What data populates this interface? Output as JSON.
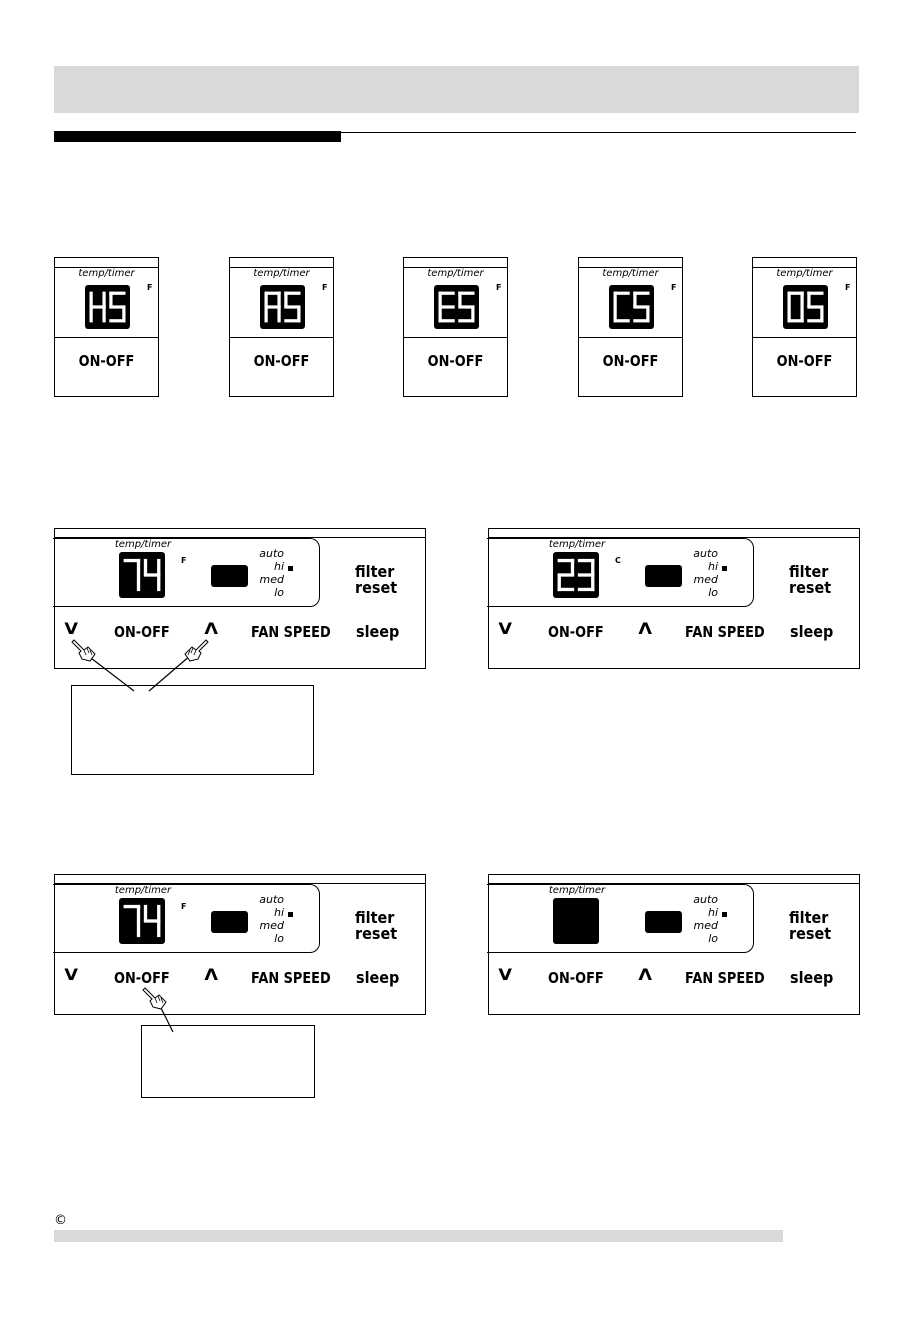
{
  "panels_small": [
    {
      "label_top": "temp/timer",
      "code": "HS",
      "unit": "F",
      "button": "ON-OFF"
    },
    {
      "label_top": "temp/timer",
      "code": "AS",
      "unit": "F",
      "button": "ON-OFF"
    },
    {
      "label_top": "temp/timer",
      "code": "ES",
      "unit": "F",
      "button": "ON-OFF"
    },
    {
      "label_top": "temp/timer",
      "code": "CS",
      "unit": "F",
      "button": "ON-OFF"
    },
    {
      "label_top": "temp/timer",
      "code": "0S",
      "unit": "F",
      "button": "ON-OFF"
    }
  ],
  "panels_large": [
    {
      "label_top": "temp/timer",
      "display": "74",
      "unit": "F",
      "speeds": [
        "auto",
        "hi",
        "med",
        "lo"
      ],
      "filter": "filter",
      "reset": "reset",
      "down": "V",
      "onoff": "ON-OFF",
      "up": "Λ",
      "fan": "FAN SPEED",
      "sleep": "sleep"
    },
    {
      "label_top": "temp/timer",
      "display": "23",
      "unit": "C",
      "speeds": [
        "auto",
        "hi",
        "med",
        "lo"
      ],
      "filter": "filter",
      "reset": "reset",
      "down": "V",
      "onoff": "ON-OFF",
      "up": "Λ",
      "fan": "FAN SPEED",
      "sleep": "sleep"
    },
    {
      "label_top": "temp/timer",
      "display": "74",
      "unit": "F",
      "speeds": [
        "auto",
        "hi",
        "med",
        "lo"
      ],
      "filter": "filter",
      "reset": "reset",
      "down": "V",
      "onoff": "ON-OFF",
      "up": "Λ",
      "fan": "FAN SPEED",
      "sleep": "sleep"
    },
    {
      "label_top": "temp/timer",
      "display": "",
      "unit": "",
      "speeds": [
        "auto",
        "hi",
        "med",
        "lo"
      ],
      "filter": "filter",
      "reset": "reset",
      "down": "V",
      "onoff": "ON-OFF",
      "up": "Λ",
      "fan": "FAN SPEED",
      "sleep": "sleep"
    }
  ],
  "footer": {
    "copyright": "©"
  },
  "colors": {
    "bar_gray": "#d9d9d9",
    "ink": "#000000",
    "segment": "#ffffff"
  },
  "icons": {
    "pointer": "pointing-hand-icon",
    "indicator": "square-indicator-icon"
  }
}
